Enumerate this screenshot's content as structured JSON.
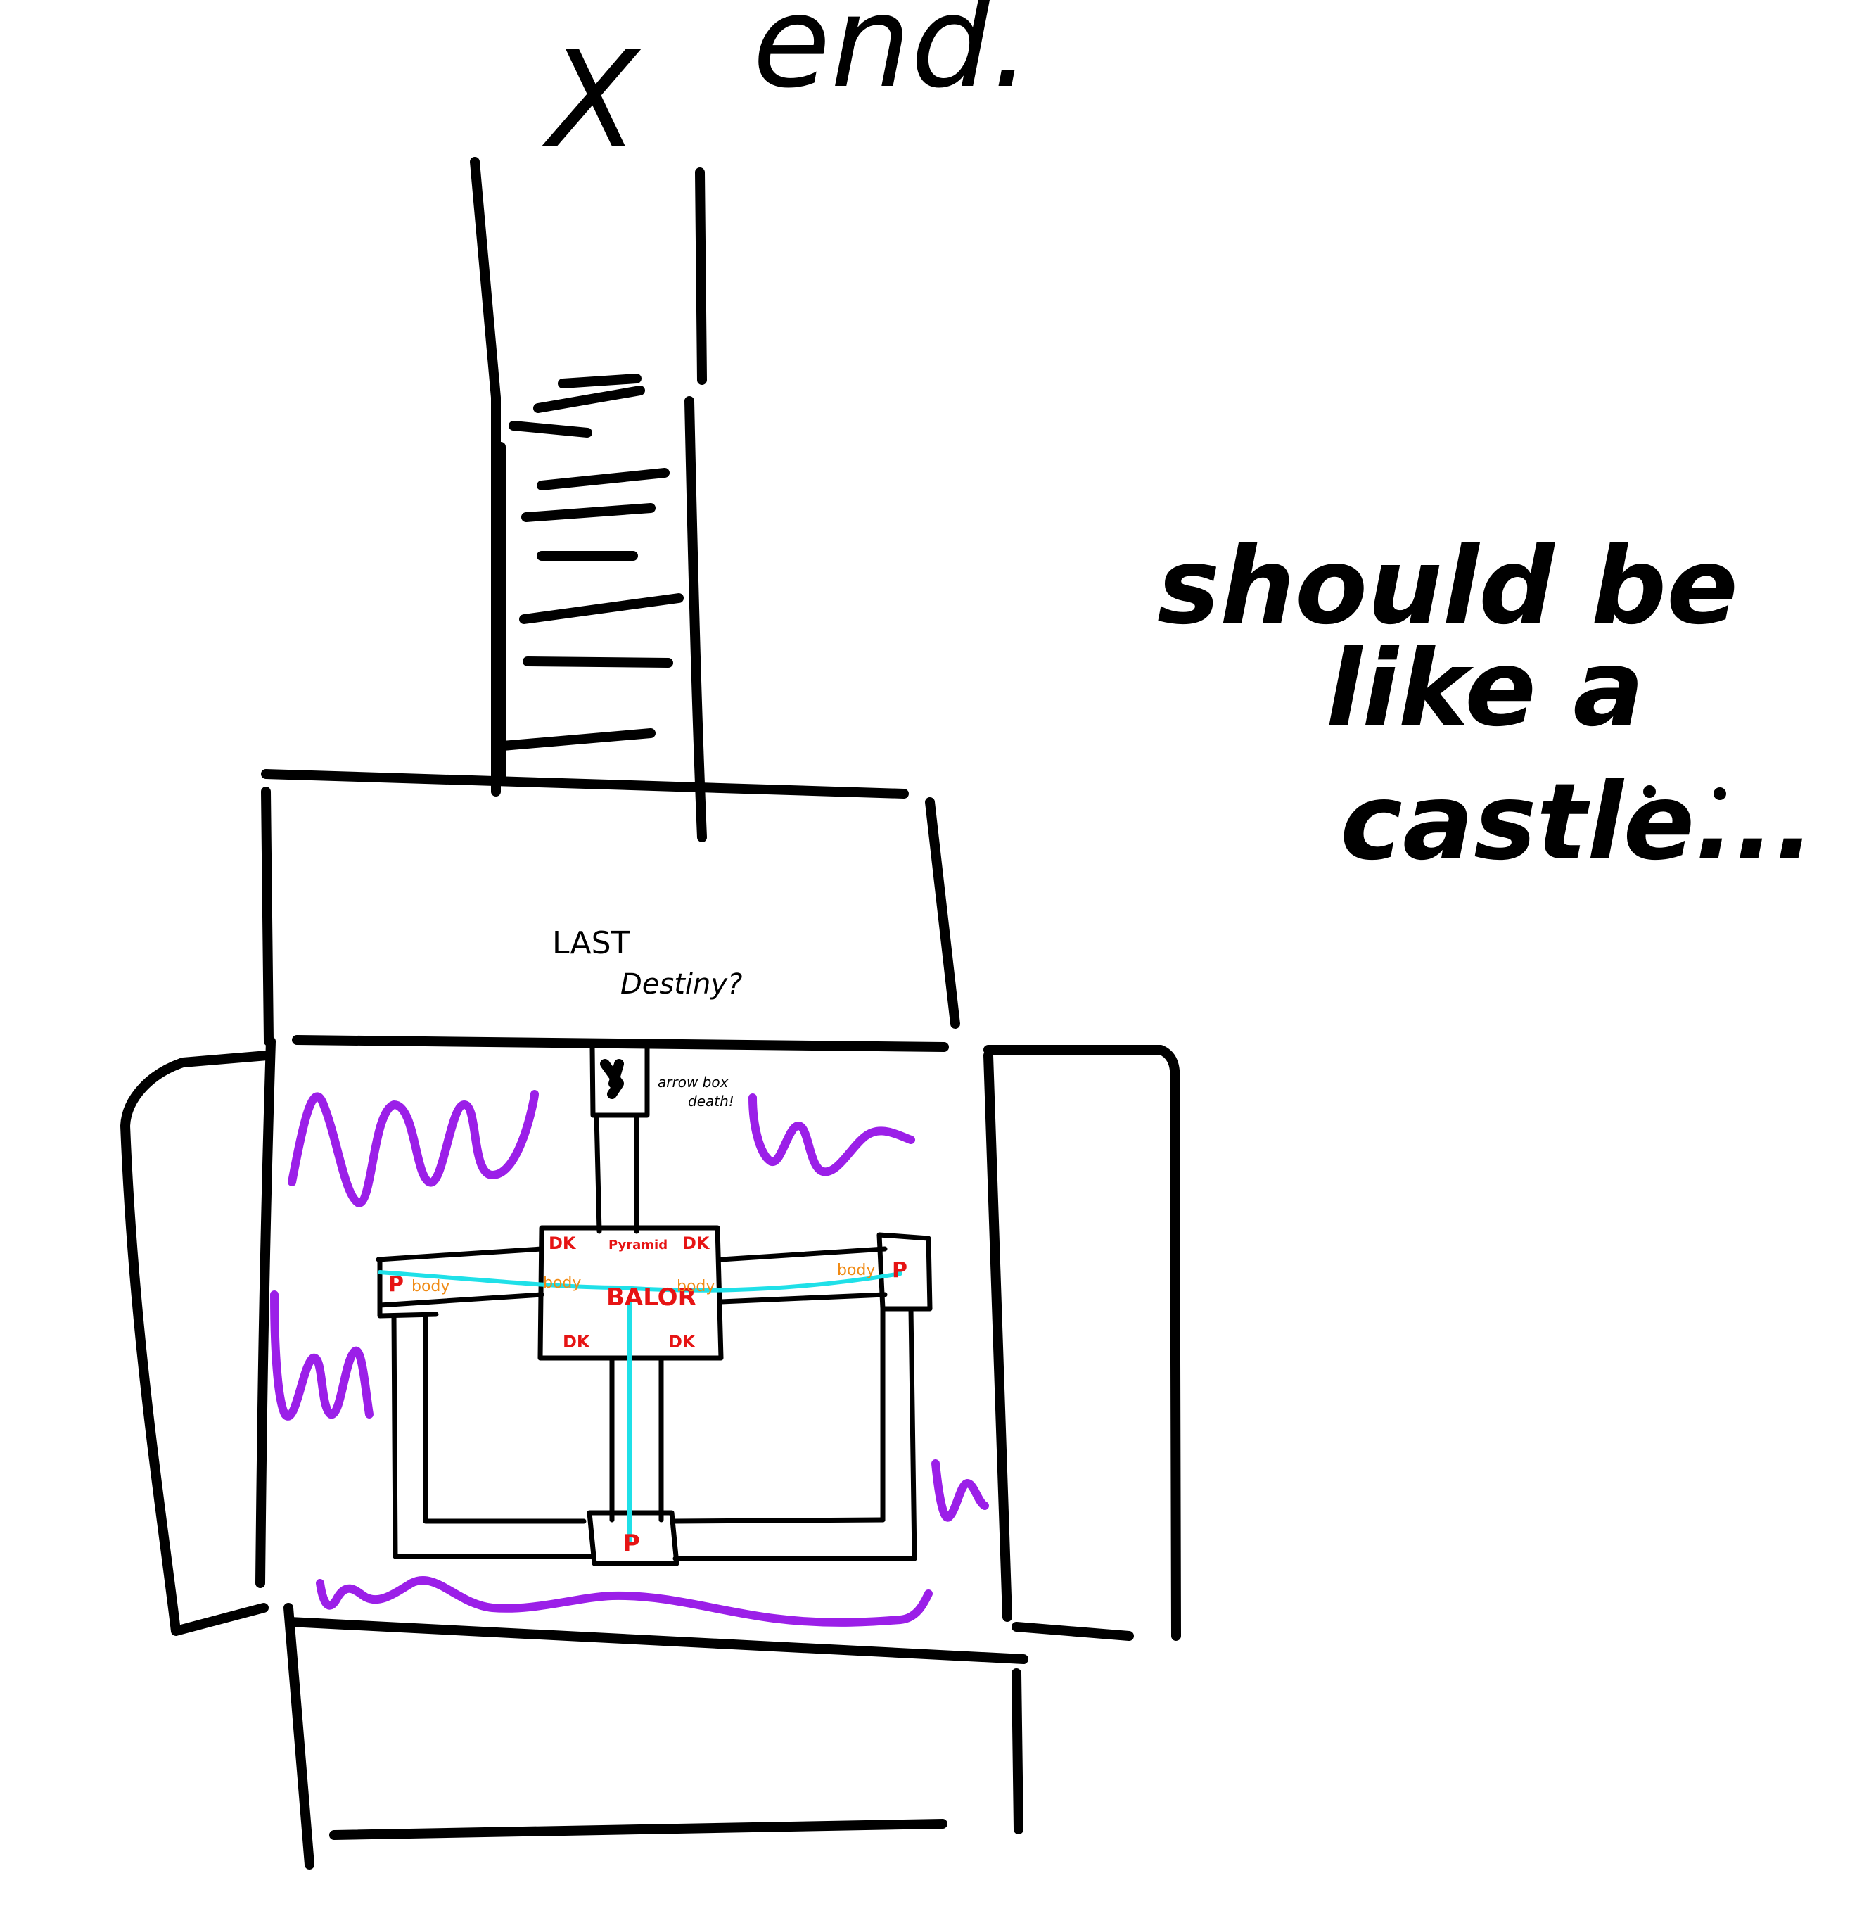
{
  "colors": {
    "ink": "#000000",
    "wall": "#9b1fe8",
    "path": "#1fe0e8",
    "room_red": "#e61414",
    "room_orange": "#f08a14",
    "background": "#ffffff"
  },
  "notes": {
    "top_left": "X",
    "top_right": "end.",
    "side_line1": "should be",
    "side_line2": "like a",
    "side_line3": "castle...",
    "upper_room_line1": "LAST",
    "upper_room_line2": "Destiny?",
    "small_note_line1": "arrow box",
    "small_note_line2": "death!"
  },
  "rooms": {
    "center": "BALOR",
    "top_center": "Pyramid",
    "corner_tl": "DK",
    "corner_tr": "DK",
    "corner_bl": "DK",
    "corner_br": "DK",
    "left_end": "P",
    "right_end": "P",
    "bottom_end": "P",
    "left_arm": "body",
    "left_inner": "body",
    "right_inner": "body",
    "right_arm": "body"
  }
}
